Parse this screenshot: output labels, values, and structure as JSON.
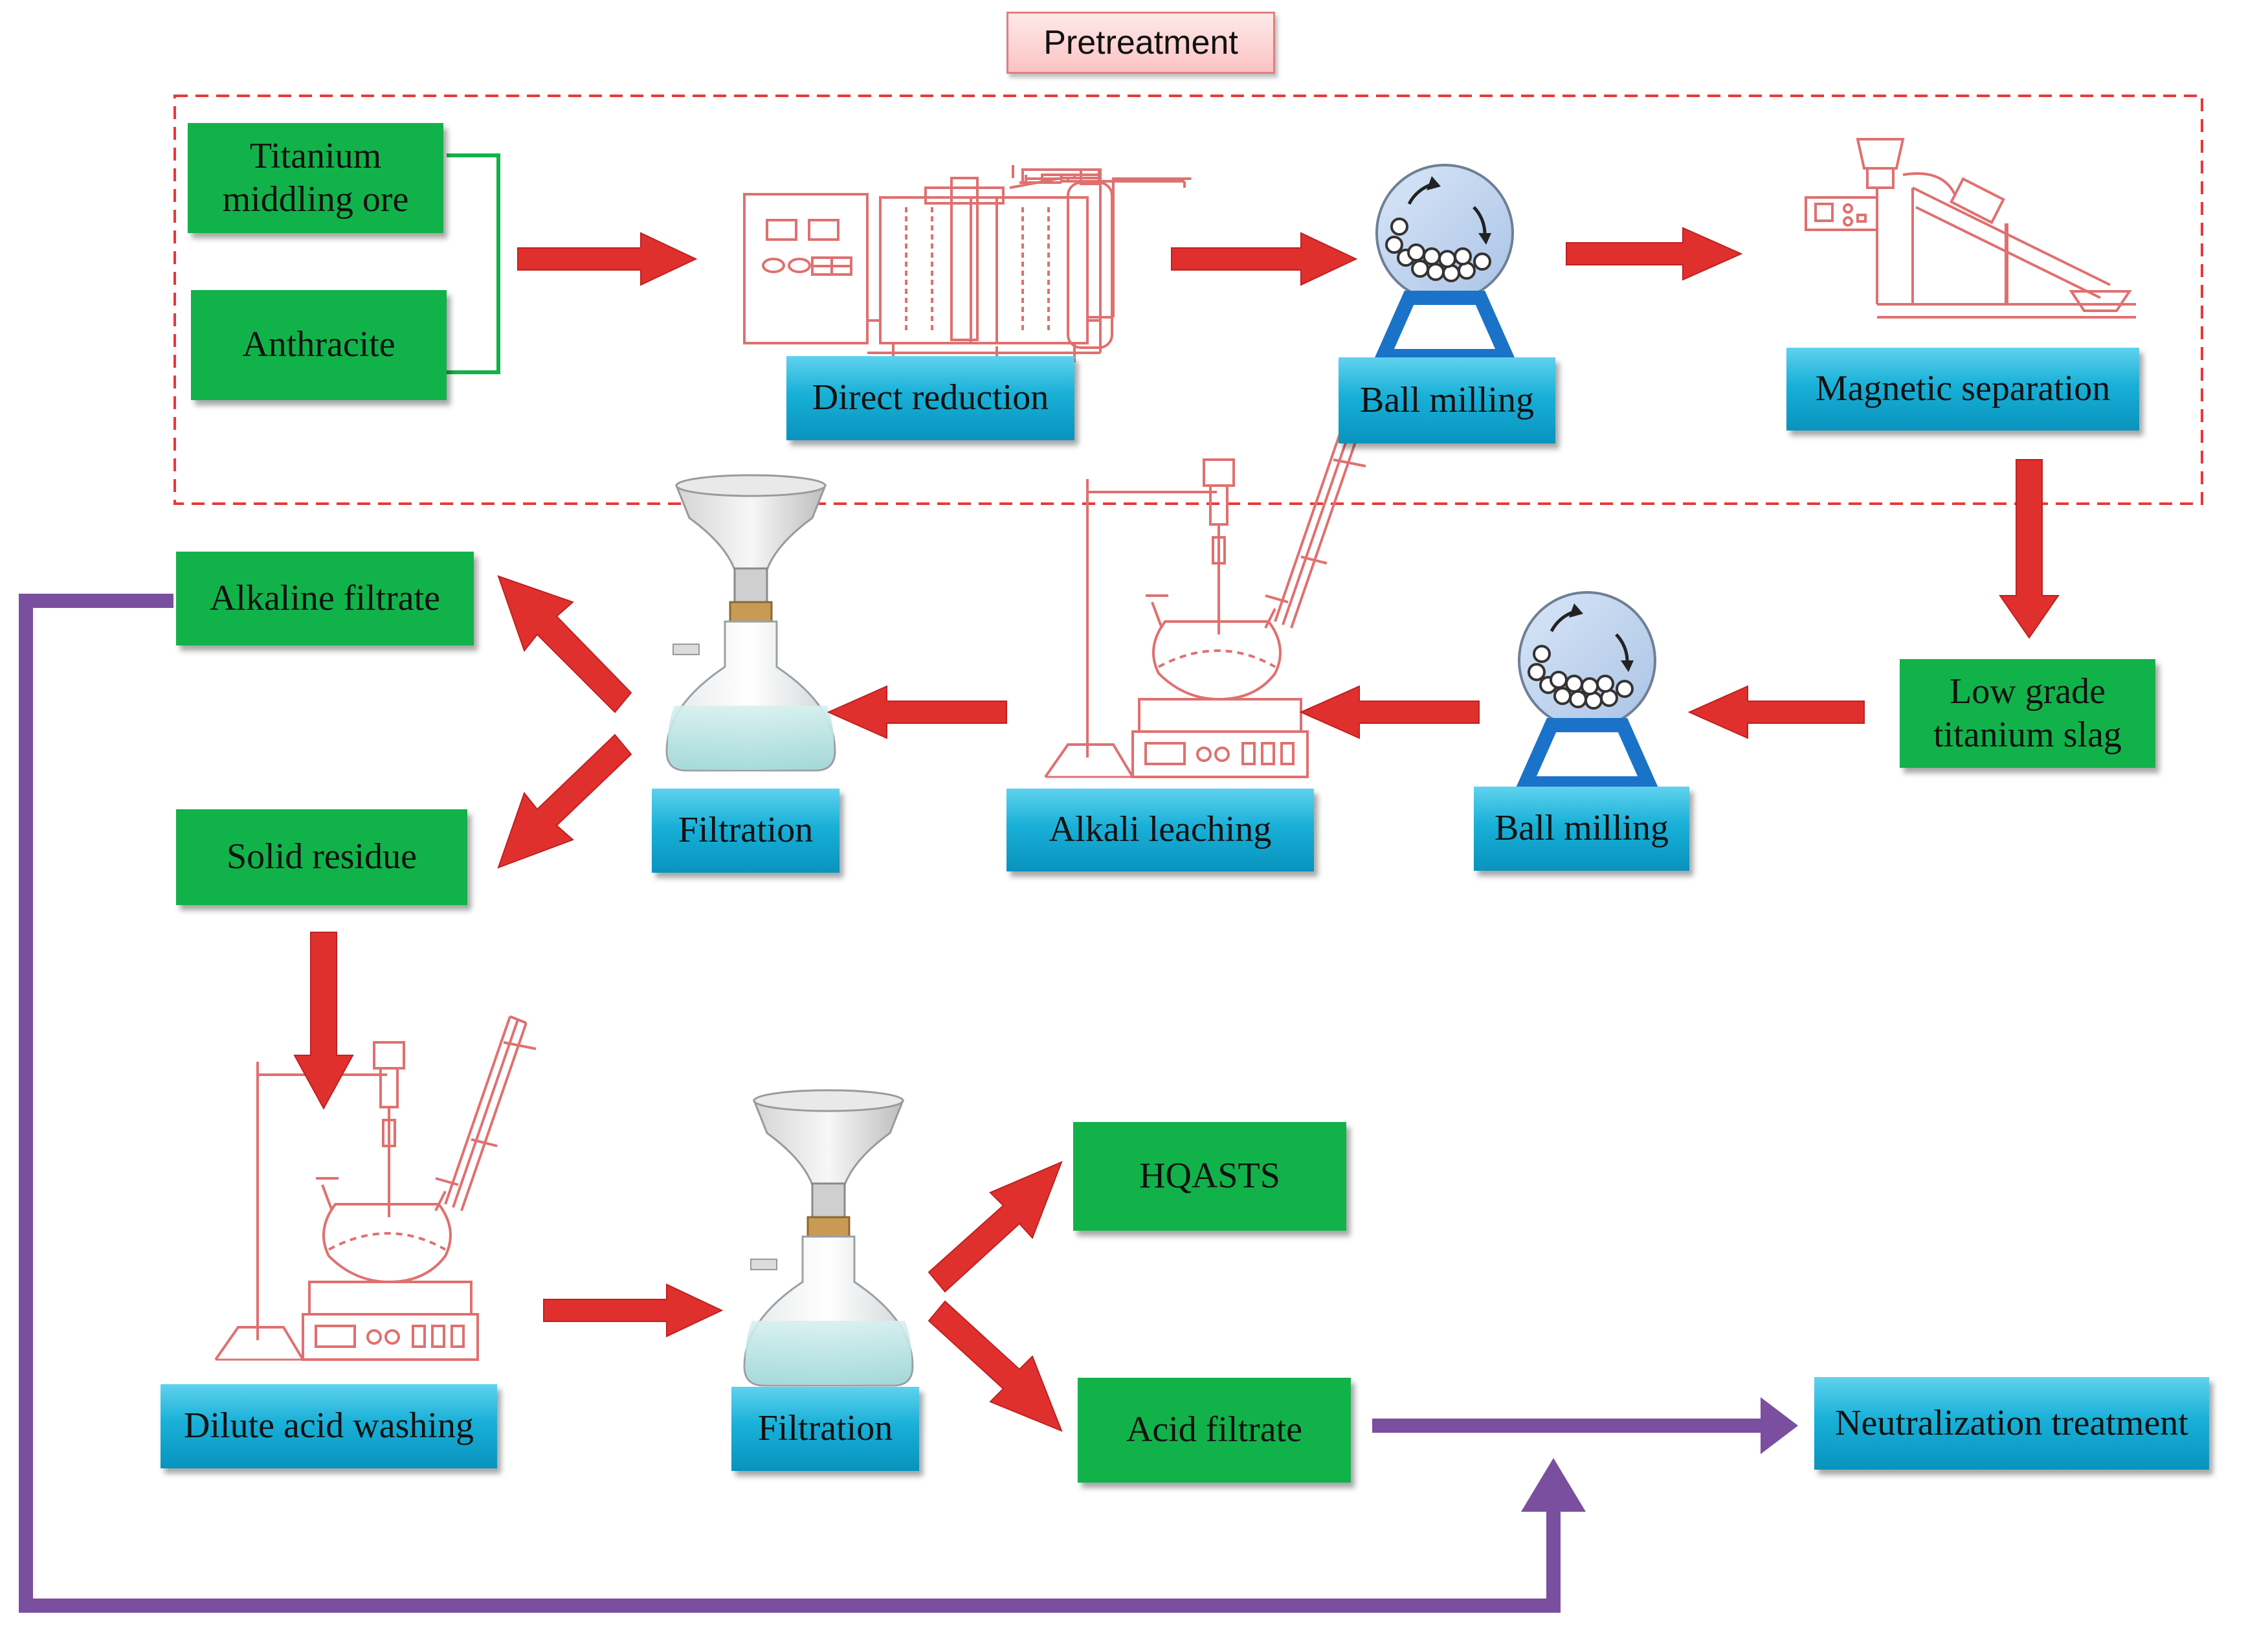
{
  "title": "Pretreatment",
  "nodes": {
    "titanium_middling_ore": "Titanium middling ore",
    "anthracite": "Anthracite",
    "direct_reduction": "Direct reduction",
    "ball_milling_1": "Ball milling",
    "magnetic_separation": "Magnetic separation",
    "low_grade_titanium_slag": "Low grade titanium slag",
    "ball_milling_2": "Ball milling",
    "alkali_leaching": "Alkali leaching",
    "filtration_1": "Filtration",
    "alkaline_filtrate": "Alkaline filtrate",
    "solid_residue": "Solid residue",
    "dilute_acid_washing": "Dilute acid washing",
    "filtration_2": "Filtration",
    "hqasts": "HQASTS",
    "acid_filtrate": "Acid filtrate",
    "neutralization_treatment": "Neutralization treatment"
  },
  "colors": {
    "material_box": "#12b24a",
    "process_box": "#19b0d8",
    "process_arrow": "#e0302e",
    "waste_line": "#7b4fa0",
    "pretreatment_border": "#e8393b",
    "equipment_outline": "#e07070"
  }
}
